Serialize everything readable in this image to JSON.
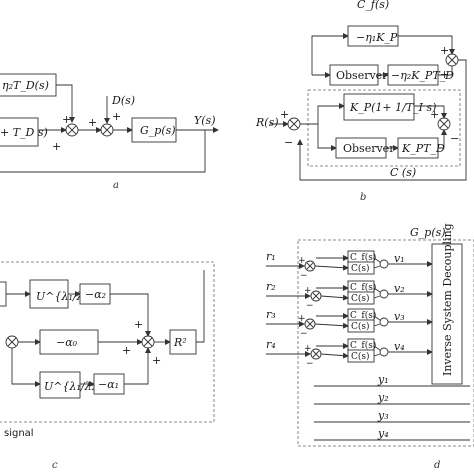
{
  "panel_a": {
    "caption": "a",
    "blocks": {
      "ff_partial": "η₂T_D(s)",
      "ctrl_partial": "+ T_D s)",
      "plant": "G_p(s)"
    },
    "labels": {
      "disturbance": "D(s)",
      "output": "Y(s)",
      "plus": "+",
      "minus": "−"
    }
  },
  "panel_b": {
    "caption": "b",
    "blocks": {
      "top_gain": "−η₁K_P",
      "observer_top": "Observer",
      "top_td": "−η₂K_PT_D",
      "pi": "K_P(1+ 1/T_I s)",
      "observer_bot": "Observer",
      "bot_td": "K_PT_D"
    },
    "labels": {
      "input": "R(s)",
      "cf": "C_f(s)",
      "c": "C (s)",
      "plus": "+",
      "minus": "−"
    }
  },
  "panel_c": {
    "caption": "c",
    "blocks": {
      "u_top": "U^{λ₁/λ₂}",
      "a2": "−α₂",
      "a0": "−α₀",
      "u_bot": "U^{λ₁/λ₂}",
      "a1": "−α₁",
      "r2": "R²"
    },
    "labels": {
      "signal": "signal",
      "plus": "+"
    }
  },
  "panel_d": {
    "caption": "d",
    "plant": "G_p(s)",
    "decoupling": "Inverse System Decoupling",
    "inputs": [
      "r₁",
      "r₂",
      "r₃",
      "r₄"
    ],
    "v": [
      "v₁",
      "v₂",
      "v₃",
      "v₄"
    ],
    "y": [
      "y₁",
      "y₂",
      "y₃",
      "y₄"
    ],
    "cf": "C_f(s)",
    "c": "C(s)",
    "plus": "+",
    "minus": "−"
  }
}
